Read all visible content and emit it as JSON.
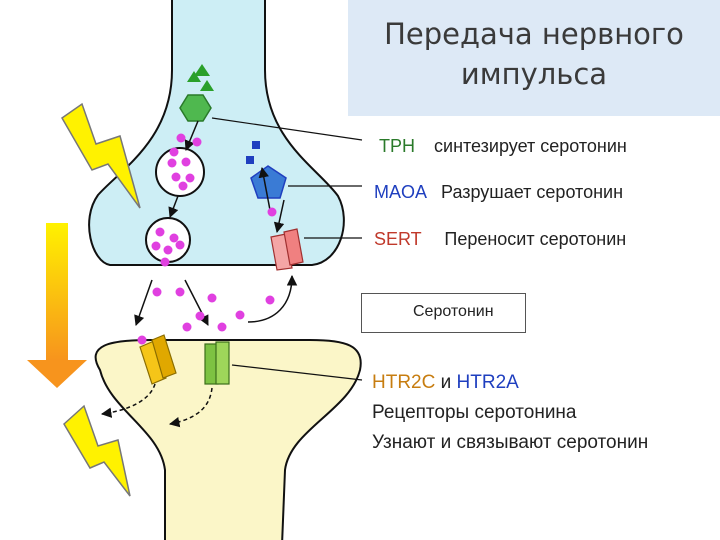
{
  "title": {
    "line1": "Передача нервного",
    "line2": "импульса"
  },
  "labels": {
    "tph": {
      "name": "TPH",
      "desc": "синтезирует серотонин",
      "color": "#2a7a2a"
    },
    "maoa": {
      "name": "MAOA",
      "desc": "Разрушает серотонин",
      "color": "#1f3fbf"
    },
    "sert": {
      "name": "SERT",
      "desc": "Переносит серотонин",
      "color": "#c0392b"
    }
  },
  "legend": {
    "label": "Серотонин"
  },
  "receptors": {
    "name1": "HTR2C",
    "conj": "и",
    "name2": "HTR2A",
    "line2": "Рецепторы серотонина",
    "line3": "Узнают и связывают серотонин",
    "color1": "#c77d10",
    "color2": "#1f3fbf"
  },
  "colors": {
    "presynaptic": "#cdeef5",
    "postsynaptic": "#fbf6c8",
    "serotonin": "#e040e0",
    "title_bg": "#dde9f6"
  }
}
